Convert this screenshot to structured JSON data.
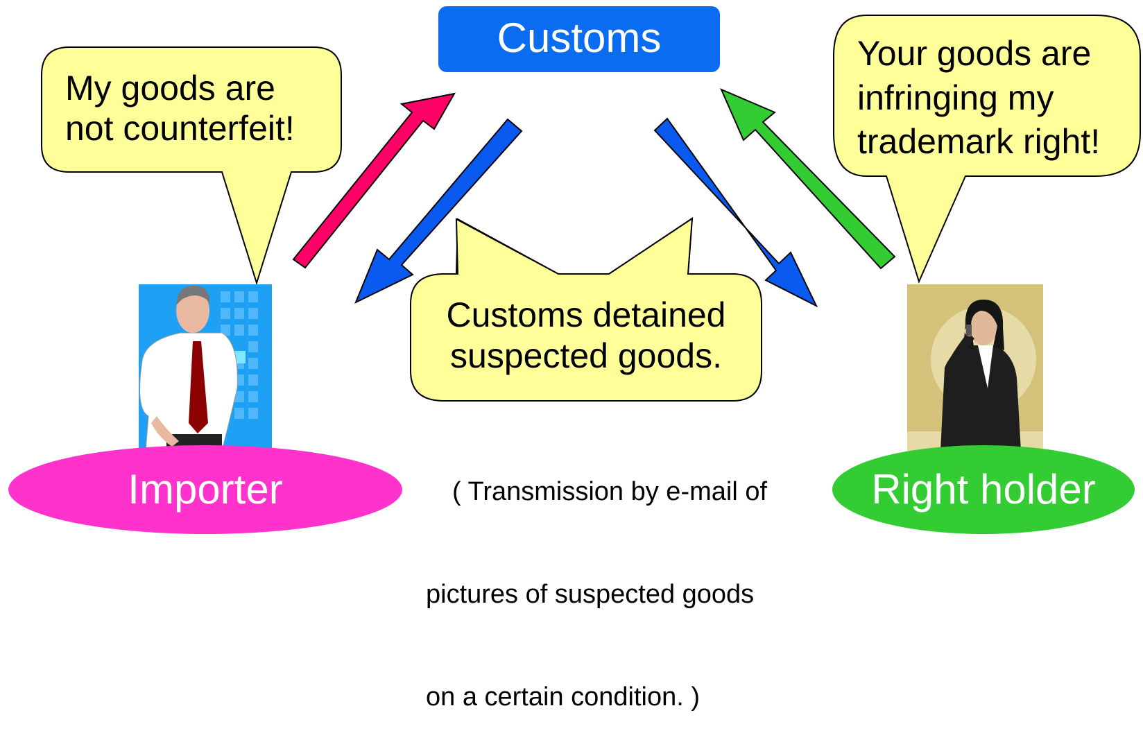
{
  "customs": {
    "label": "Customs",
    "color": "#0A6CF0"
  },
  "importer": {
    "label": "Importer",
    "color": "#FF33CC",
    "speech": [
      "My goods are",
      "not counterfeit!"
    ]
  },
  "right_holder": {
    "label": "Right holder",
    "color": "#33CC33",
    "speech": [
      "Your goods are",
      "infringing my",
      "trademark right!"
    ]
  },
  "center": {
    "speech": [
      "Customs detained",
      "suspected goods."
    ],
    "note": [
      "　( Transmission by e-mail of",
      "pictures of suspected goods",
      "on a certain condition. )"
    ]
  },
  "colors": {
    "bubble_fill": "#FFFF99",
    "arrow_importer_to_customs": "#FF0066",
    "arrow_customs_out": "#0A5AF0",
    "arrow_rightholder_to_customs": "#33CC33"
  },
  "icons": [
    "businessman-icon",
    "businesswoman-phone-icon"
  ]
}
